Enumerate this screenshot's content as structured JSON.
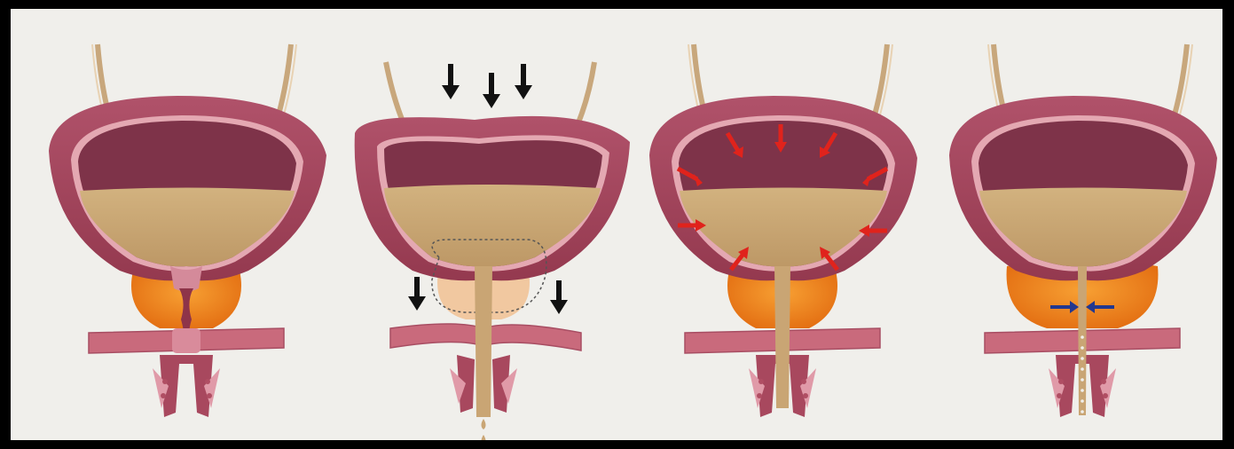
{
  "figure": {
    "panels": [
      {
        "id": "panel-1",
        "state": "bladder-filled-sphincter-closed"
      },
      {
        "id": "panel-2",
        "state": "bladder-compressed-urine-released",
        "arrow_color": "#111111"
      },
      {
        "id": "panel-3",
        "state": "detrusor-contraction",
        "arrow_color": "#e0231c"
      },
      {
        "id": "panel-4",
        "state": "sphincter-squeeze",
        "arrow_color": "#23388f"
      }
    ],
    "colors": {
      "background": "#f0efeb",
      "frame": "#000000",
      "bladder_wall": "#a8485e",
      "bladder_inner": "#7e3349",
      "lining": "#e4a8b2",
      "urine": "#c9a574",
      "prostate": "#f28a1e",
      "pelvic_floor": "#c96a7c"
    }
  }
}
